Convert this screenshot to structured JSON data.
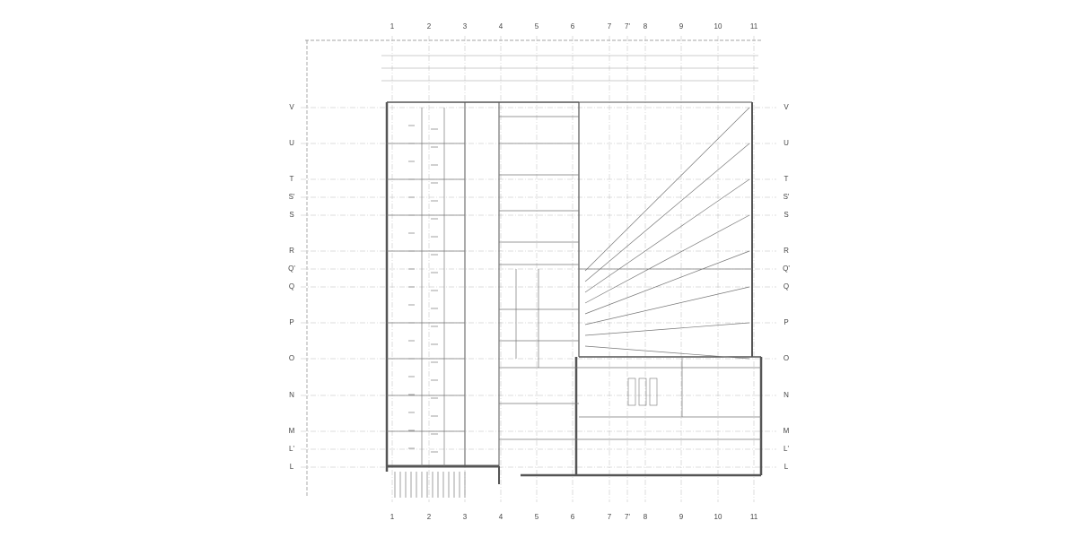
{
  "drawing": {
    "grid_columns": [
      "1",
      "2",
      "3",
      "4",
      "5",
      "6",
      "7",
      "7'",
      "8",
      "9",
      "10",
      "11"
    ],
    "grid_rows": [
      "V",
      "U",
      "T",
      "S'",
      "S",
      "R",
      "Q'",
      "Q",
      "P",
      "O",
      "N",
      "M",
      "L'",
      "L"
    ],
    "line_color": "#555555"
  }
}
